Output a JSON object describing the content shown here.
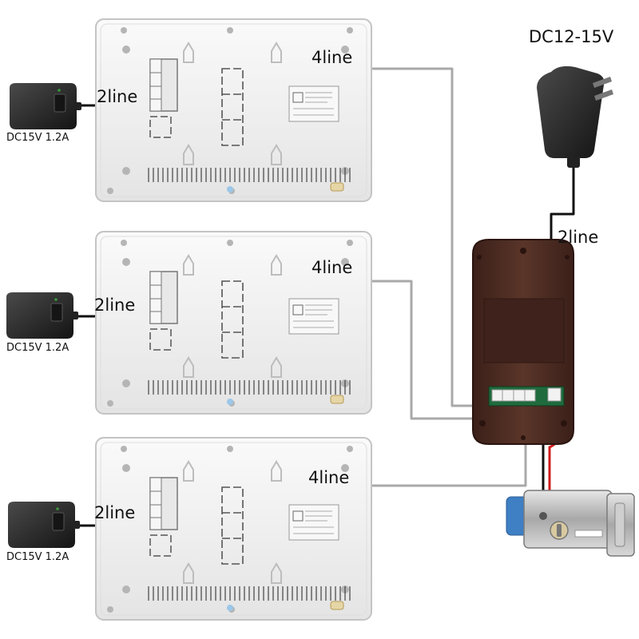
{
  "power_supply_label": "DC12-15V",
  "monitors": [
    {
      "power_line_label": "2line",
      "signal_line_label": "4line",
      "adapter_label": "DC15V 1.2A"
    },
    {
      "power_line_label": "2line",
      "signal_line_label": "4line",
      "adapter_label": "DC15V 1.2A"
    },
    {
      "power_line_label": "2line",
      "signal_line_label": "4line",
      "adapter_label": "DC15V 1.2A"
    }
  ],
  "outdoor_unit": {
    "power_line_label": "2line"
  },
  "colors": {
    "monitor_body": "#f2f2f2",
    "monitor_edge": "#c8c8c8",
    "adapter": "#2a2a2a",
    "outdoor_unit_body": "#4a2c22",
    "signal_wire": "#a9a9a9",
    "power_wire": "#111111",
    "lock_wire_red": "#d01c1c",
    "lock_blue": "#3f7fc4",
    "lock_metal": "#b9b9b9"
  },
  "icons": [
    "power-adapter-icon",
    "eu-plug-adapter-icon",
    "indoor-monitor-icon",
    "outdoor-doorbell-unit-icon",
    "electric-lock-icon"
  ]
}
